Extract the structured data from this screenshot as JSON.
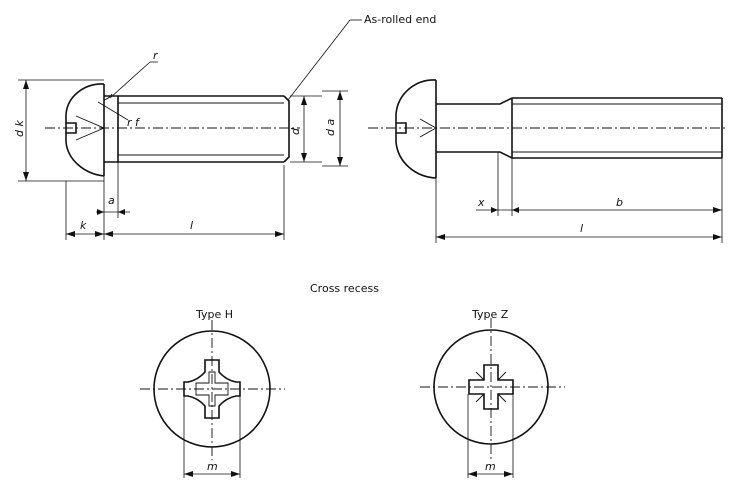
{
  "labels": {
    "as_rolled_end": "As-rolled end",
    "r": "r",
    "rf": "r f",
    "dk": "d k",
    "d": "d",
    "da": "d a",
    "a": "a",
    "k": "k",
    "l_left": "l",
    "x": "x",
    "b": "b",
    "l_right": "l"
  },
  "cross_recess": {
    "title": "Cross recess",
    "type_h": "Type H",
    "type_z": "Type Z",
    "m_h": "m",
    "m_z": "m"
  }
}
